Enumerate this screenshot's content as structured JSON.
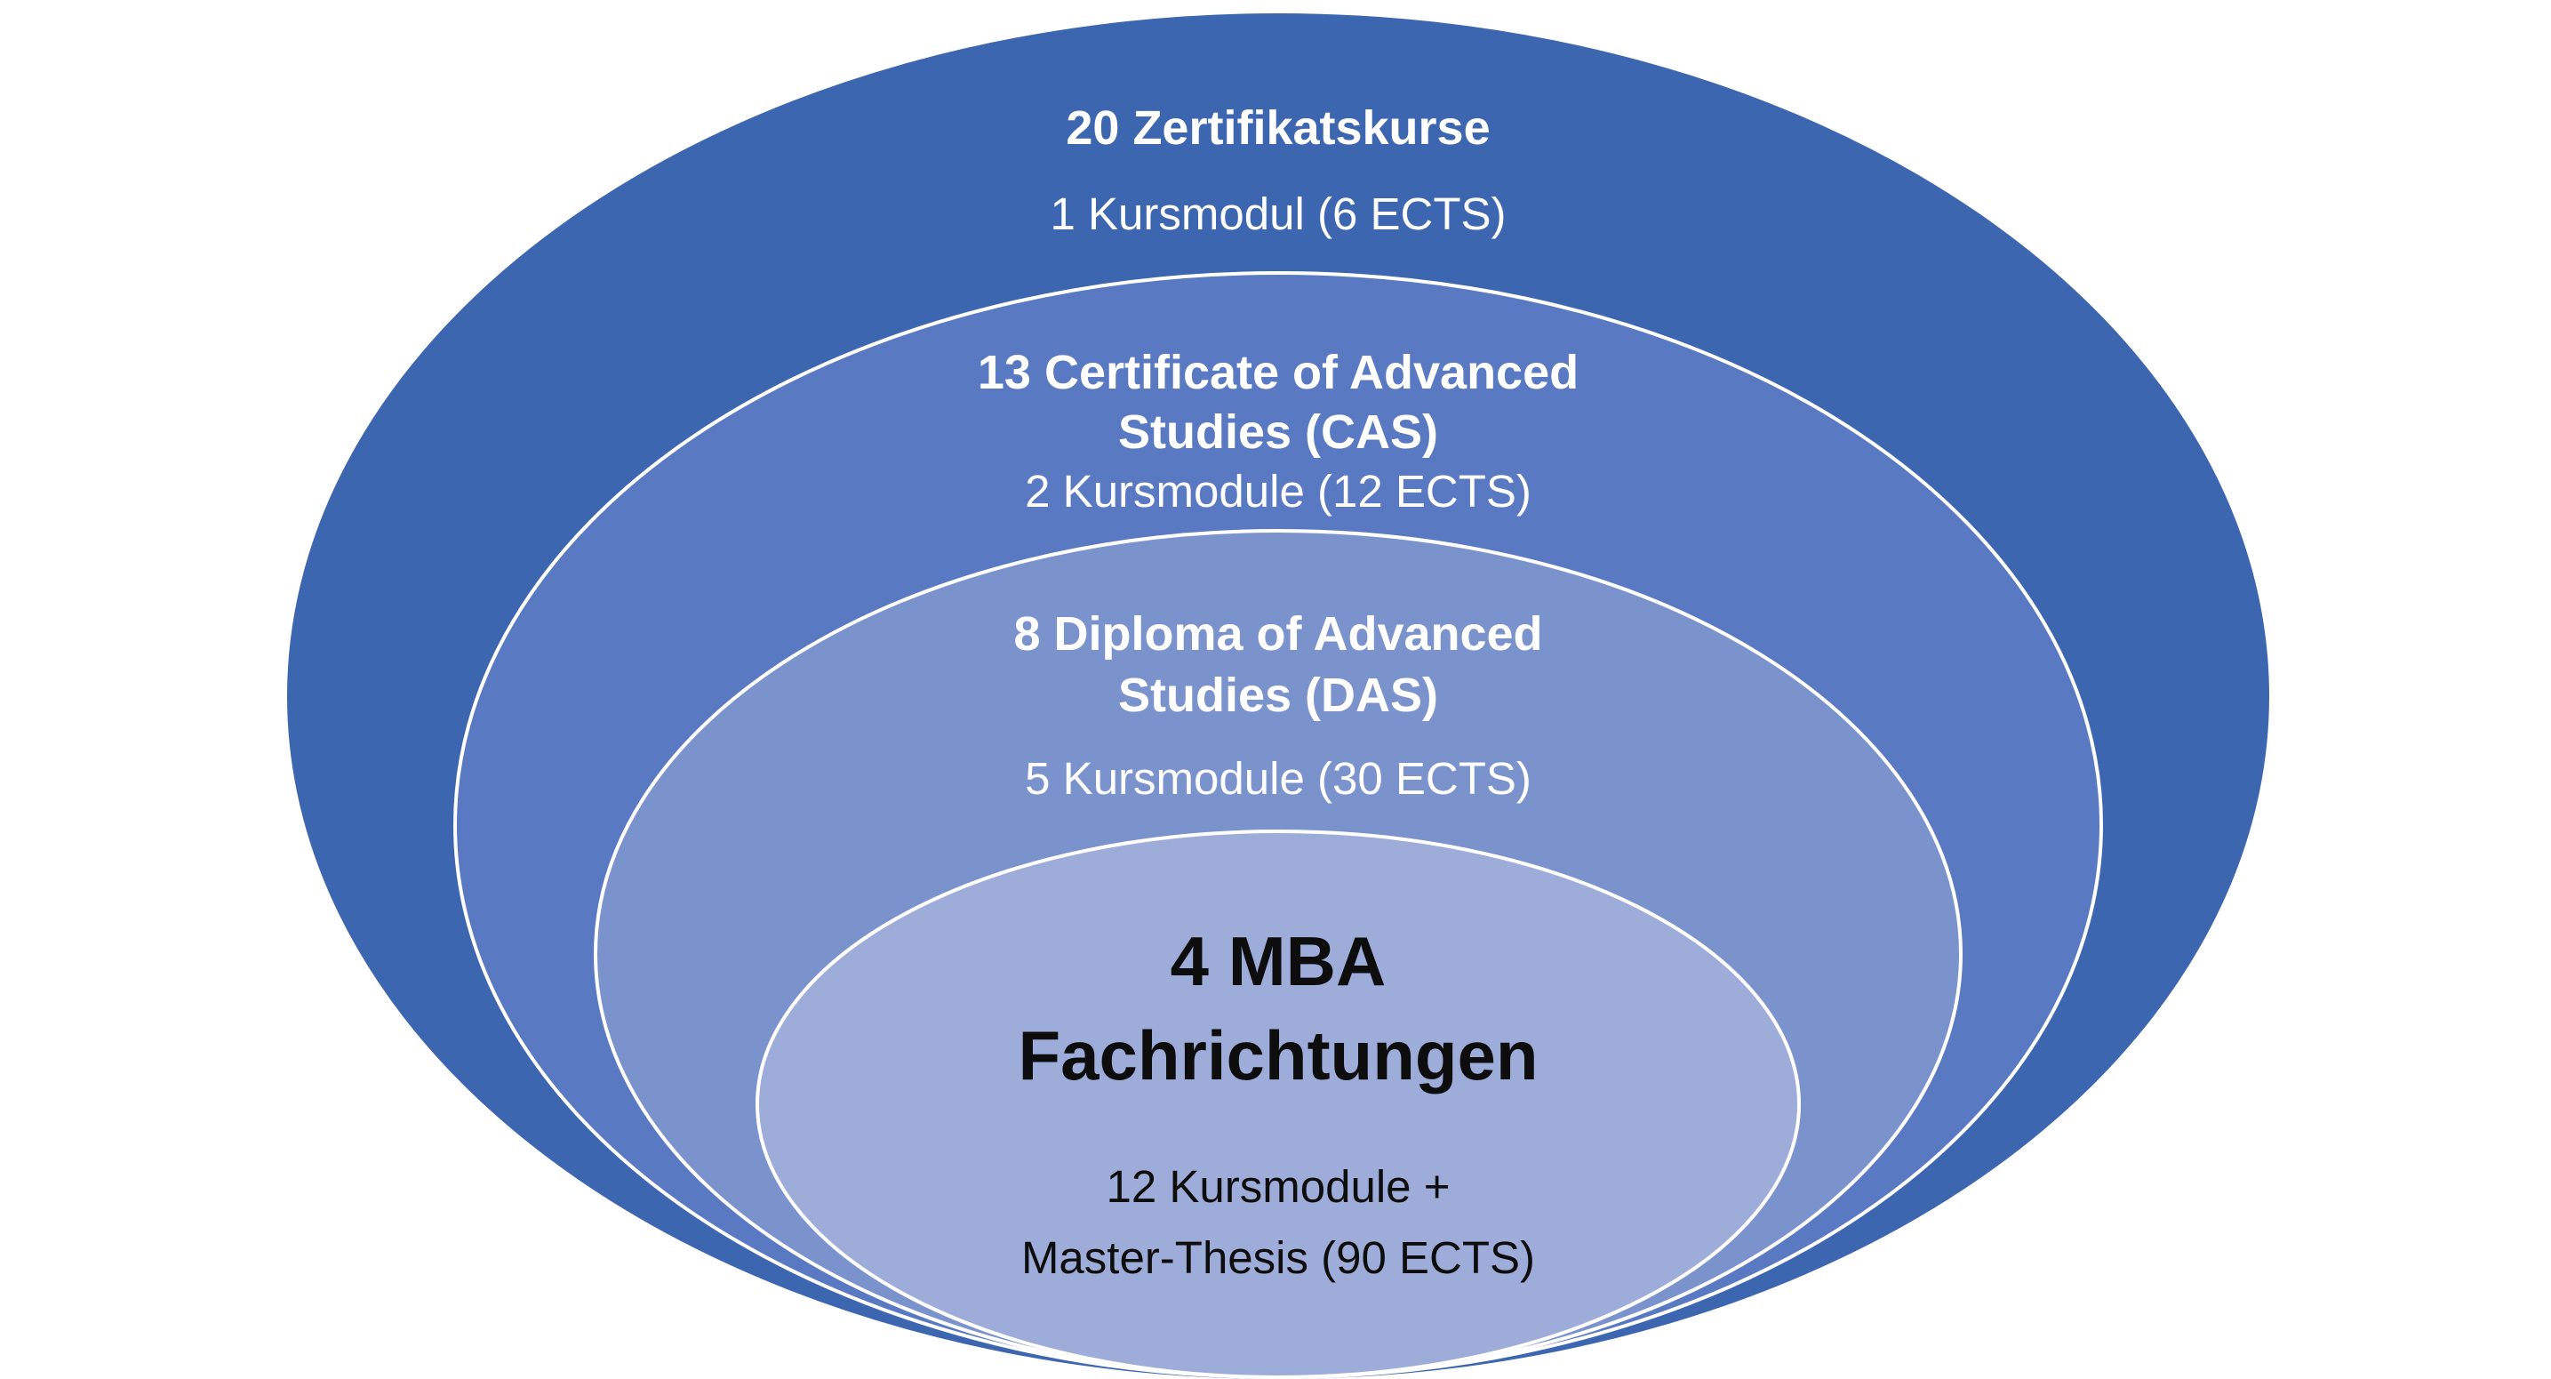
{
  "colors": {
    "level1_fill": "#3d66b0",
    "level2_fill": "#5979c2",
    "level3_fill": "#7b93cd",
    "level4_fill": "#9eacd9",
    "outline": "#ffffff",
    "text_light": "#ffffff",
    "text_dark": "#0d0d0d"
  },
  "levels": [
    {
      "title_lines": [
        "20 Zertifikatskurse"
      ],
      "detail_lines": [
        "1 Kursmodul (6 ECTS)"
      ]
    },
    {
      "title_lines": [
        "13 Certificate of Advanced",
        "Studies (CAS)"
      ],
      "detail_lines": [
        "2 Kursmodule (12 ECTS)"
      ]
    },
    {
      "title_lines": [
        "8 Diploma of Advanced",
        "Studies (DAS)"
      ],
      "detail_lines": [
        "5 Kursmodule (30 ECTS)"
      ]
    },
    {
      "title_lines": [
        "4 MBA",
        "Fachrichtungen"
      ],
      "detail_lines": [
        "12 Kursmodule +",
        "Master-Thesis (90 ECTS)"
      ]
    }
  ]
}
